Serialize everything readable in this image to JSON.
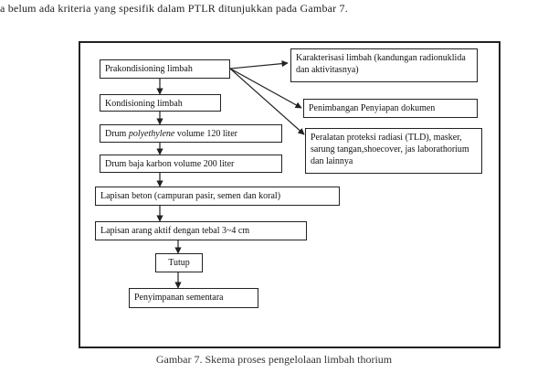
{
  "intro_text": "a  belum   ada   kriteria   yang   spesifik   dalam     PTLR ditunjukkan pada Gambar 7.",
  "steps": {
    "prakondisioning": "Prakondisioning limbah",
    "kondisioning": "Kondisioning limbah",
    "drum_pe_prefix": "Drum ",
    "drum_pe_italic": "polyethylene",
    "drum_pe_suffix": " volume 120 liter",
    "drum_baja": "Drum baja karbon volume 200 liter",
    "lapisan_beton": "Lapisan beton (campuran pasir, semen dan koral)",
    "lapisan_arang": "Lapisan arang aktif dengan tebal  3~4 cm",
    "tutup": "Tutup",
    "penyimpanan": "Penyimpanan sementara"
  },
  "side": {
    "karakterisasi": "Karakterisasi limbah (kandungan radionuklida dan aktivitasnya)",
    "penimbangan": "Penimbangan Penyiapan dokumen",
    "peralatan": "Peralatan proteksi radiasi (TLD), masker, sarung tangan,shoecover, jas laborathorium dan lainnya"
  },
  "caption": "Gambar 7. Skema proses pengelolaan limbah thorium"
}
